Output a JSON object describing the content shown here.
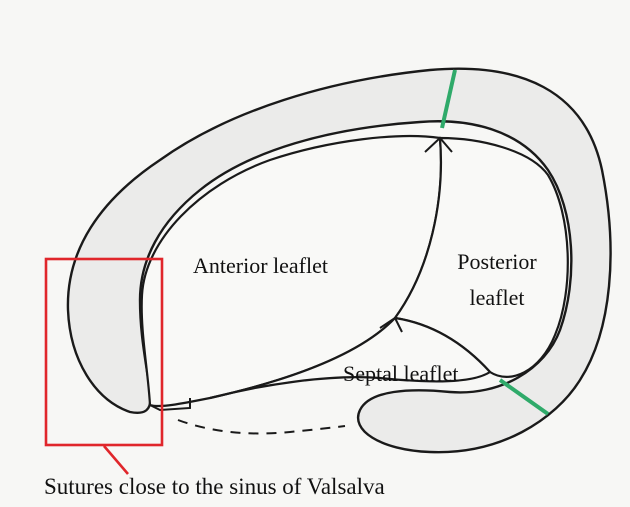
{
  "labels": {
    "anterior": "Anterior leaflet",
    "posterior_line1": "Posterior",
    "posterior_line2": "leaflet",
    "septal": "Septal leaflet",
    "caption": "Sutures close to the sinus of Valsalva"
  },
  "colors": {
    "background": "#f7f7f5",
    "ink": "#1a1a1a",
    "ring_fill": "#e9e9e7",
    "highlight_box": "#e0262b",
    "suture_mark": "#2faa6a"
  }
}
